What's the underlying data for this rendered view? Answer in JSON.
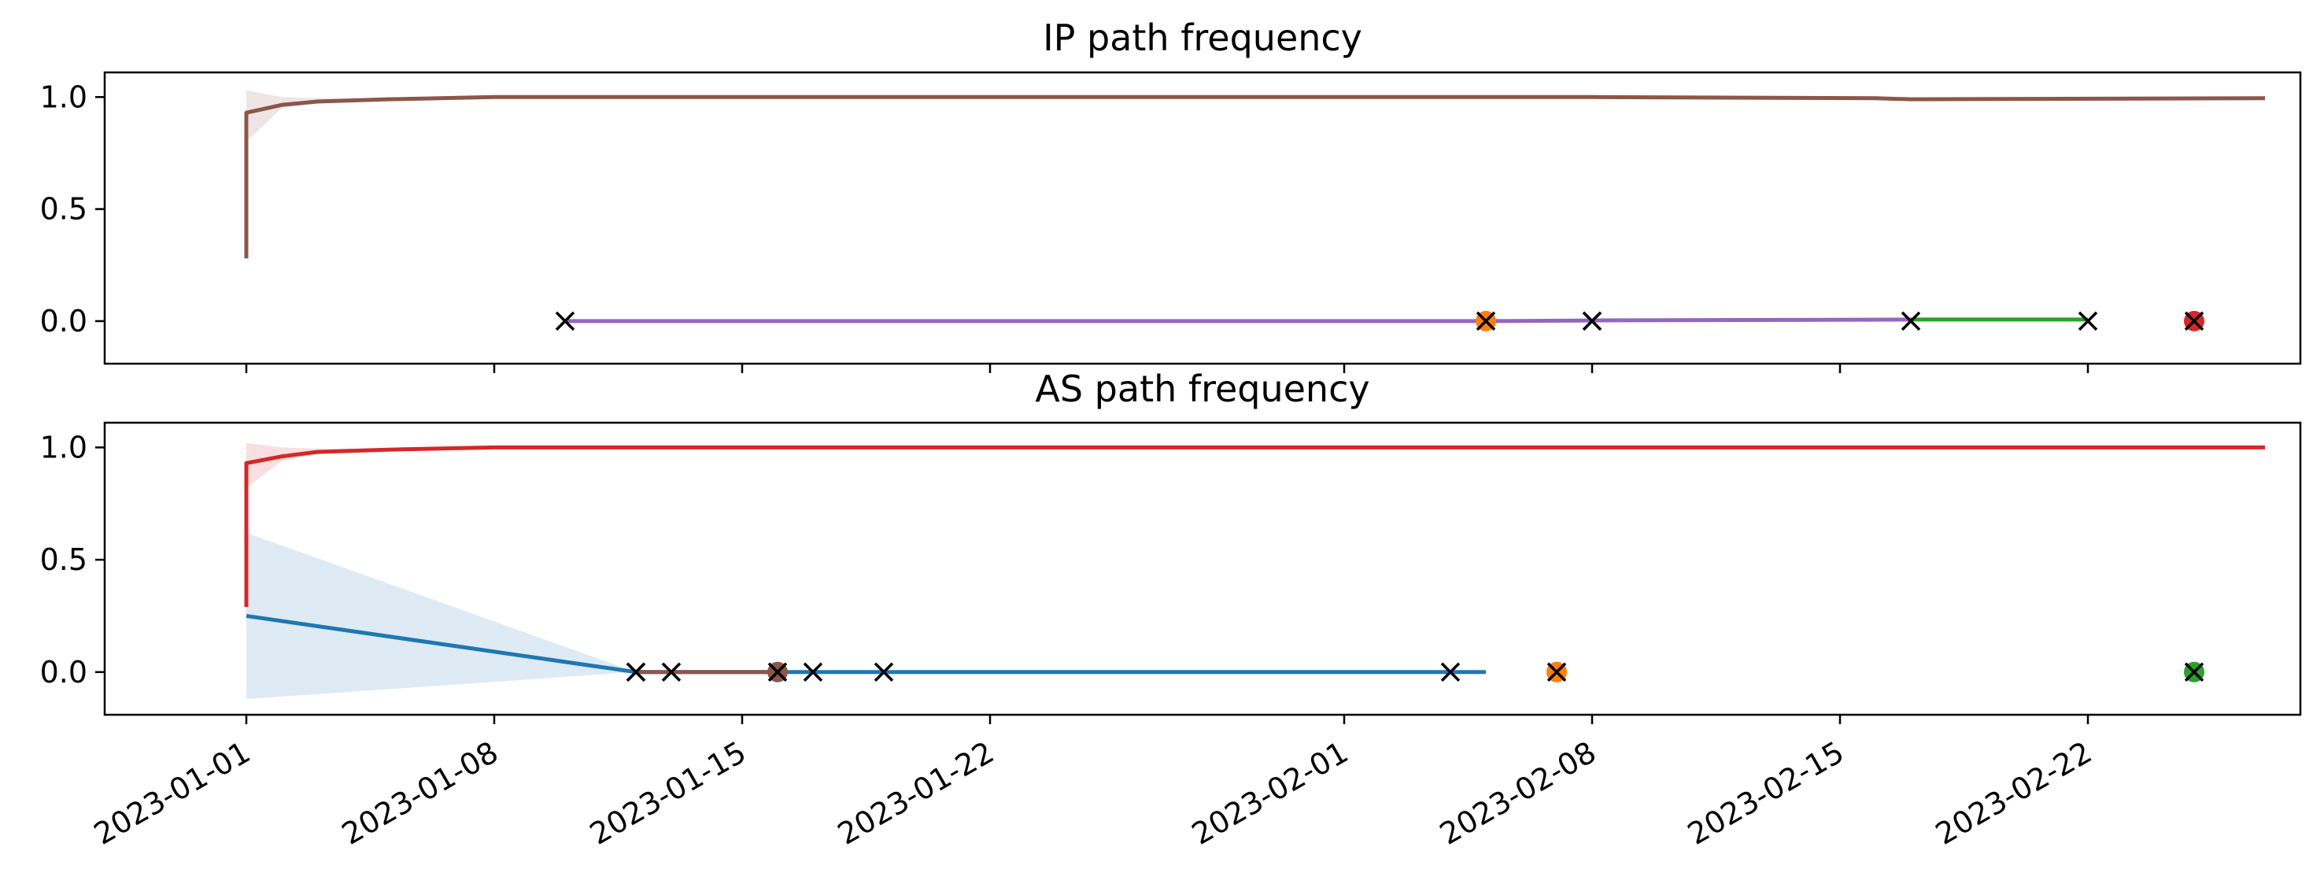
{
  "colors": {
    "blue": "#1f77b4",
    "orange": "#ff7f0e",
    "green": "#2ca02c",
    "red": "#d62728",
    "purple": "#9467bd",
    "brown": "#8c564b",
    "marker": "#000000"
  },
  "chart_data": [
    {
      "type": "line",
      "title": "IP path frequency",
      "xlabel": "",
      "ylabel": "",
      "ylim": [
        -0.19,
        1.11
      ],
      "xlim": [
        "2022-12-28",
        "2023-02-28"
      ],
      "yticks": [
        "0.0",
        "0.5",
        "1.0"
      ],
      "grid": false,
      "series": [
        {
          "color": "brown",
          "x": [
            "2023-01-01",
            "2023-01-01",
            "2023-01-01",
            "2023-01-02",
            "2023-01-03",
            "2023-01-05",
            "2023-01-08",
            "2023-02-08",
            "2023-02-16",
            "2023-02-17",
            "2023-02-27"
          ],
          "y": [
            0.28,
            0.85,
            0.93,
            0.965,
            0.98,
            0.99,
            1.0,
            1.0,
            0.995,
            0.99,
            0.995
          ],
          "band": {
            "x": [
              "2023-01-01",
              "2023-01-01",
              "2023-01-02",
              "2023-01-03",
              "2023-01-05"
            ],
            "lower": [
              -0.1,
              0.8,
              0.95,
              0.975,
              0.99
            ],
            "upper": [
              1.06,
              1.03,
              1.0,
              0.995,
              0.995
            ]
          }
        },
        {
          "color": "blue",
          "x": [
            "2023-01-01",
            "2023-01-01"
          ],
          "y": [
            1.0,
            1.0
          ]
        },
        {
          "color": "purple",
          "x": [
            "2023-01-10",
            "2023-02-05",
            "2023-02-08",
            "2023-02-17"
          ],
          "y": [
            0.0,
            0.0,
            0.003,
            0.007
          ]
        },
        {
          "color": "green",
          "x": [
            "2023-02-17",
            "2023-02-22"
          ],
          "y": [
            0.007,
            0.007
          ]
        }
      ],
      "change_points": [
        "2023-01-10",
        "2023-02-05",
        "2023-02-08",
        "2023-02-08",
        "2023-02-17",
        "2023-02-22",
        "2023-02-25"
      ],
      "highlight_points": [
        {
          "x": "2023-02-05",
          "y": 0.0,
          "color": "orange"
        },
        {
          "x": "2023-02-25",
          "y": 0.0,
          "color": "red"
        }
      ]
    },
    {
      "type": "line",
      "title": "AS path frequency",
      "xlabel": "",
      "ylabel": "",
      "ylim": [
        -0.19,
        1.11
      ],
      "xlim": [
        "2022-12-28",
        "2023-02-28"
      ],
      "yticks": [
        "0.0",
        "0.5",
        "1.0"
      ],
      "xticks": [
        "2023-01-01",
        "2023-01-08",
        "2023-01-15",
        "2023-01-22",
        "2023-02-01",
        "2023-02-08",
        "2023-02-15",
        "2023-02-22"
      ],
      "grid": false,
      "series": [
        {
          "color": "red",
          "x": [
            "2023-01-01",
            "2023-01-01",
            "2023-01-01",
            "2023-01-02",
            "2023-01-03",
            "2023-01-05",
            "2023-01-08",
            "2023-02-27"
          ],
          "y": [
            0.29,
            0.86,
            0.93,
            0.96,
            0.98,
            0.99,
            1.0,
            1.0
          ],
          "band": {
            "x": [
              "2023-01-01",
              "2023-01-01",
              "2023-01-02",
              "2023-01-03",
              "2023-01-05"
            ],
            "lower": [
              0.28,
              0.82,
              0.94,
              0.97,
              0.985
            ],
            "upper": [
              1.03,
              1.02,
              1.0,
              0.995,
              0.995
            ]
          }
        },
        {
          "color": "blue",
          "x": [
            "2023-01-01",
            "2023-01-12",
            "2023-01-18",
            "2023-02-05"
          ],
          "y": [
            0.25,
            0.0,
            0.0,
            0.0
          ],
          "band": {
            "x": [
              "2023-01-01",
              "2023-01-12"
            ],
            "lower": [
              -0.12,
              0.0
            ],
            "upper": [
              0.62,
              0.0
            ]
          }
        },
        {
          "color": "brown",
          "x": [
            "2023-01-12",
            "2023-01-16"
          ],
          "y": [
            0.0,
            0.0
          ]
        },
        {
          "color": "purple",
          "x": [
            "2023-01-01",
            "2023-01-01"
          ],
          "y": [
            1.0,
            1.0
          ]
        }
      ],
      "change_points": [
        "2023-01-12",
        "2023-01-12",
        "2023-01-13",
        "2023-01-16",
        "2023-01-17",
        "2023-01-19",
        "2023-02-04",
        "2023-02-07",
        "2023-02-25"
      ],
      "highlight_points": [
        {
          "x": "2023-01-16",
          "y": 0.0,
          "color": "brown"
        },
        {
          "x": "2023-02-07",
          "y": 0.0,
          "color": "orange"
        },
        {
          "x": "2023-02-25",
          "y": 0.0,
          "color": "green"
        }
      ]
    }
  ]
}
